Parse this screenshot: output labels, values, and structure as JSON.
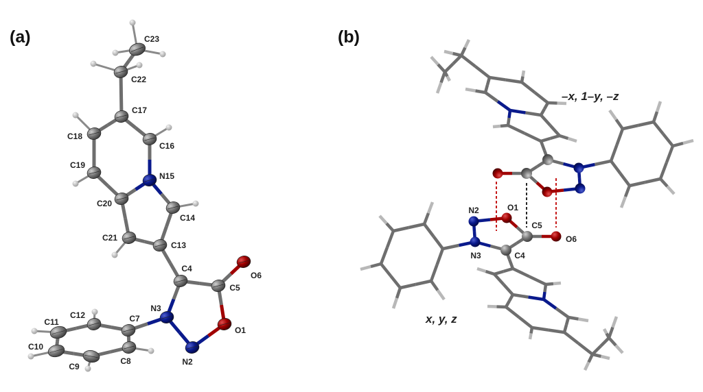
{
  "panels": {
    "a": {
      "label": "(a)",
      "atoms": {
        "C23": "C23",
        "C22": "C22",
        "C17": "C17",
        "C18": "C18",
        "C16": "C16",
        "C19": "C19",
        "N15": "N15",
        "C20": "C20",
        "C14": "C14",
        "C21": "C21",
        "C13": "C13",
        "C4": "C4",
        "C5": "C5",
        "O6": "O6",
        "N3": "N3",
        "O1": "O1",
        "N2": "N2",
        "C7": "C7",
        "C12": "C12",
        "C8": "C8",
        "C11": "C11",
        "C10": "C10",
        "C9": "C9"
      }
    },
    "b": {
      "label": "(b)",
      "atoms": {
        "N2": "N2",
        "O1": "O1",
        "C5": "C5",
        "O6": "O6",
        "N3": "N3",
        "C4": "C4"
      },
      "symmetry_upper": "–x, 1–y, –z",
      "symmetry_lower": "x, y, z"
    }
  },
  "colors": {
    "carbon": "#6e6e6e",
    "nitrogen": "#0a1a8c",
    "oxygen": "#a00000",
    "hydrogen": "#c8c8c8",
    "contact_red": "#c00000",
    "contact_black": "#111111"
  }
}
